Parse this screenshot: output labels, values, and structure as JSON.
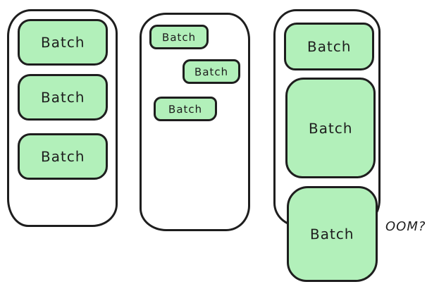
{
  "colors": {
    "batch_fill": "#b2f0ba",
    "stroke": "#1e1e1e",
    "container_fill": "#ffffff"
  },
  "containers": [
    {
      "id": "container-1",
      "batches": [
        {
          "label": "Batch"
        },
        {
          "label": "Batch"
        },
        {
          "label": "Batch"
        }
      ]
    },
    {
      "id": "container-2",
      "batches": [
        {
          "label": "Batch"
        },
        {
          "label": "Batch"
        },
        {
          "label": "Batch"
        }
      ]
    },
    {
      "id": "container-3",
      "batches": [
        {
          "label": "Batch"
        },
        {
          "label": "Batch"
        },
        {
          "label": "Batch"
        }
      ]
    }
  ],
  "annotation": {
    "label": "OOM?"
  }
}
